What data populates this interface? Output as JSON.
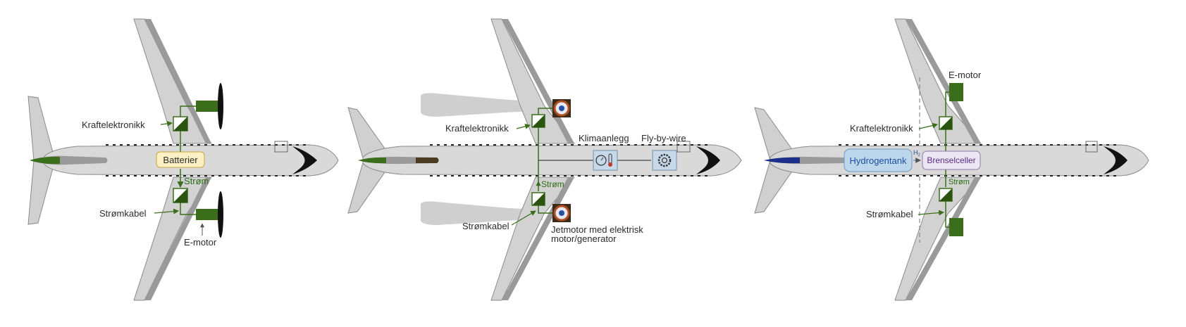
{
  "colors": {
    "fuselage": "#d9d9d9",
    "wing": "#cfcfcf",
    "wing_shadow": "#9a9a9a",
    "outline": "#8a8a8a",
    "green": "#3a6e1a",
    "green_dark": "#2a5410",
    "battery_fill": "#fbefc4",
    "battery_stroke": "#c9a43a",
    "hydrogen_fill": "#bcd6ec",
    "hydrogen_stroke": "#6e97bf",
    "fuelcell_fill": "#ece6f2",
    "fuelcell_stroke": "#8d7aa8",
    "fuelcell_text": "#5a2b86",
    "hydrogen_text": "#1b4f9c",
    "system_box": "#c7d8e8",
    "nose_black": "#111111",
    "exhaust": "#cfcfcf"
  },
  "panel1": {
    "power_electronics": "Kraftelektronikk",
    "battery": "Batterier",
    "current": "Strøm",
    "power_cable": "Strømkabel",
    "e_motor": "E-motor"
  },
  "panel2": {
    "power_electronics": "Kraftelektronikk",
    "climate": "Klimaanlegg",
    "fly_by_wire": "Fly-by-wire",
    "current": "Strøm",
    "power_cable": "Strømkabel",
    "jet_motor_line1": "Jetmotor med elektrisk",
    "jet_motor_line2": "motor/generator"
  },
  "panel3": {
    "e_motor": "E-motor",
    "power_electronics": "Kraftelektronikk",
    "hydrogen_tank": "Hydrogentank",
    "h2_main": "H",
    "h2_sub": "2",
    "fuel_cells": "Brenselceller",
    "current": "Strøm",
    "power_cable": "Strømkabel"
  },
  "icons": {
    "gauge": "gauge-thermometer-icon",
    "gear": "gear-icon",
    "fan": "turbofan-icon",
    "propeller": "propeller-icon"
  }
}
